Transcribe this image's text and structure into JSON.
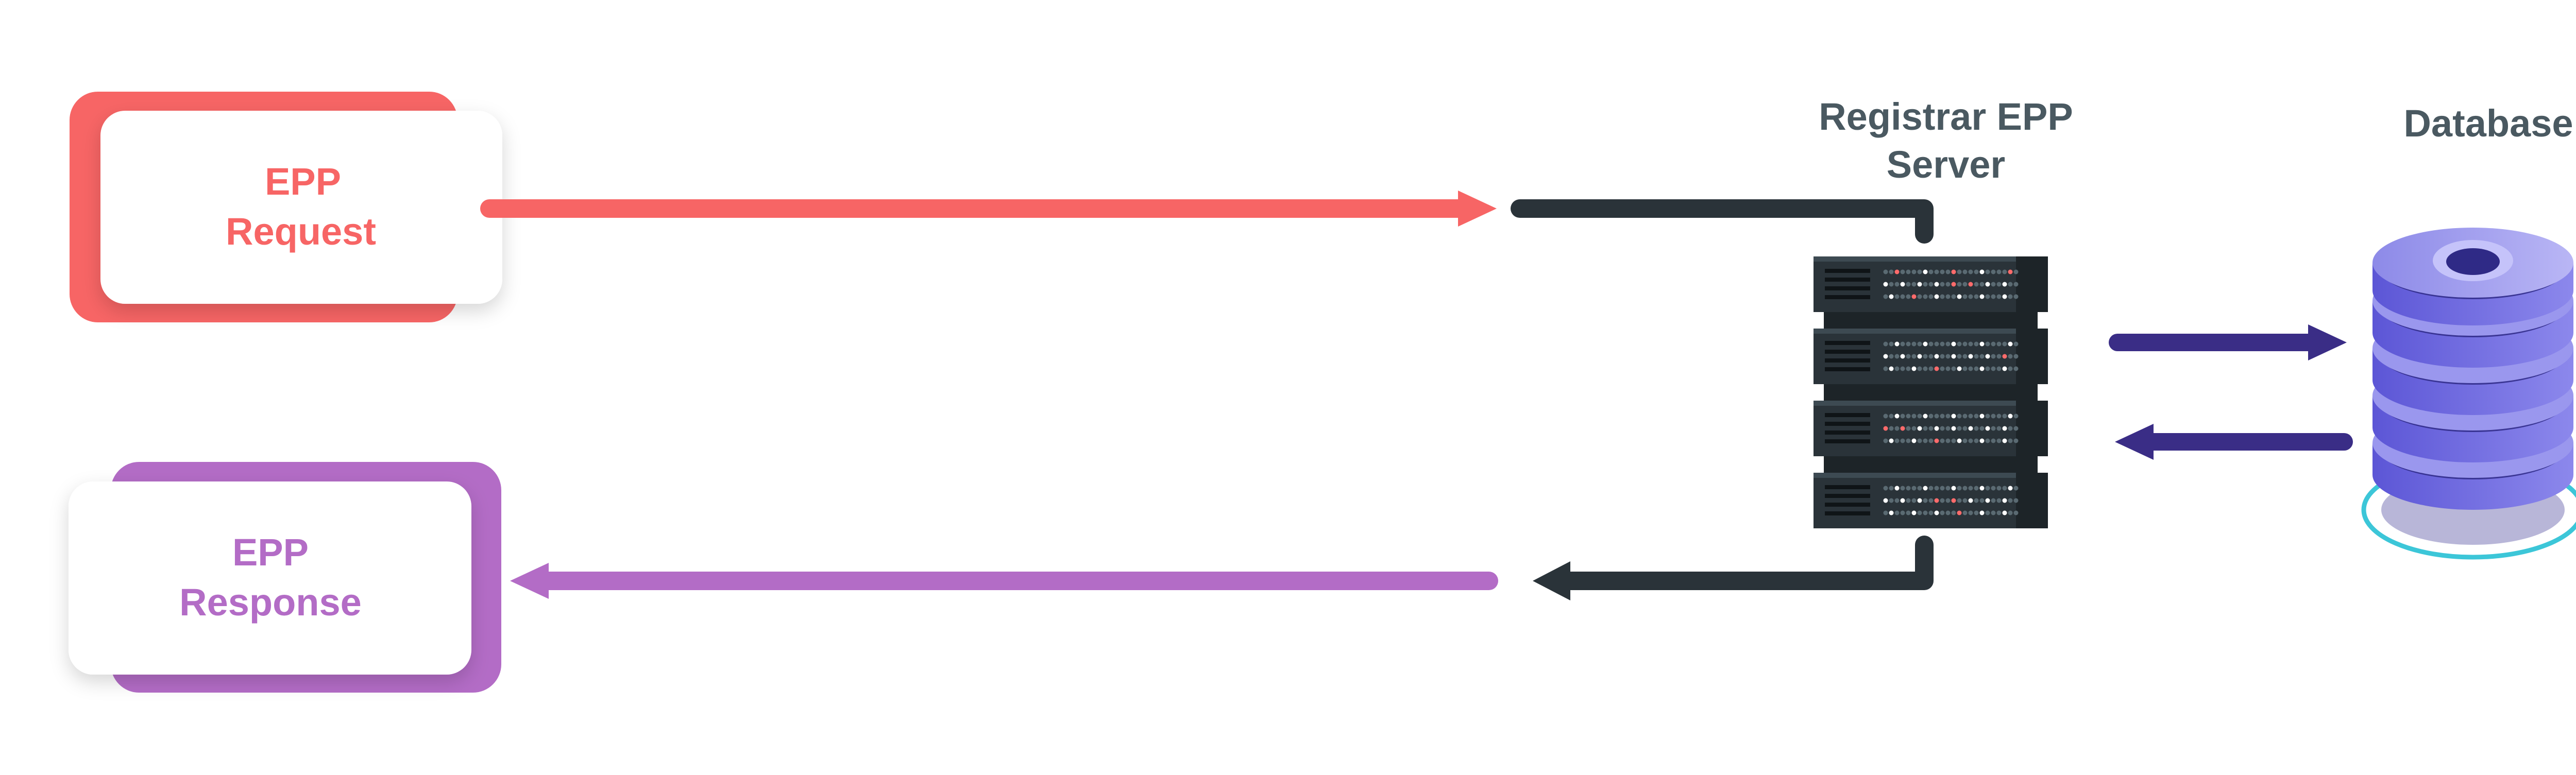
{
  "request": {
    "line1": "EPP",
    "line2": "Request"
  },
  "response": {
    "line1": "EPP",
    "line2": "Response"
  },
  "server": {
    "line1": "Registrar EPP",
    "line2": "Server"
  },
  "database": {
    "label": "Database"
  },
  "colors": {
    "request": "#f76565",
    "response": "#b36cc6",
    "server": "#2a3339",
    "server_dark": "#1d2428",
    "database": "#9a97ee",
    "database_dark": "#2f2a86",
    "db_arrow": "#3a2d86",
    "ring": "#3cc6d8",
    "label": "#4a5961"
  },
  "icons": {
    "server": "server-rack-icon",
    "database": "database-stack-icon"
  }
}
